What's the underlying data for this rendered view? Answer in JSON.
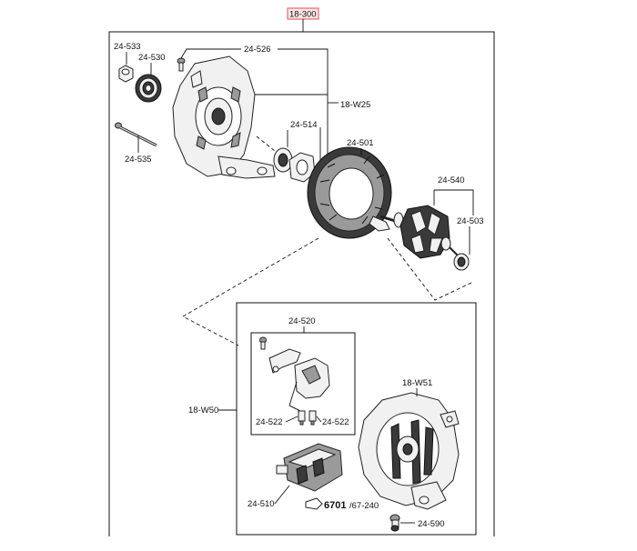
{
  "diagram": {
    "main_ref": "18-300",
    "labels": {
      "l_24_533": "24-533",
      "l_24_530": "24-530",
      "l_24_526": "24-526",
      "l_18_w25": "18-W25",
      "l_24_514": "24-514",
      "l_24_535": "24-535",
      "l_24_501": "24-501",
      "l_24_540": "24-540",
      "l_24_503": "24-503",
      "l_24_520": "24-520",
      "l_18_w51": "18-W51",
      "l_18_w50": "18-W50",
      "l_24_522a": "24-522",
      "l_24_522b": "24-522",
      "l_24_510": "24-510",
      "l_6701": "6701",
      "l_67_240": "/67-240",
      "l_24_590": "24-590"
    },
    "colors": {
      "ref_box_stroke": "#e05050",
      "ref_box_fill": "#fde6e6",
      "line": "#111111"
    }
  }
}
